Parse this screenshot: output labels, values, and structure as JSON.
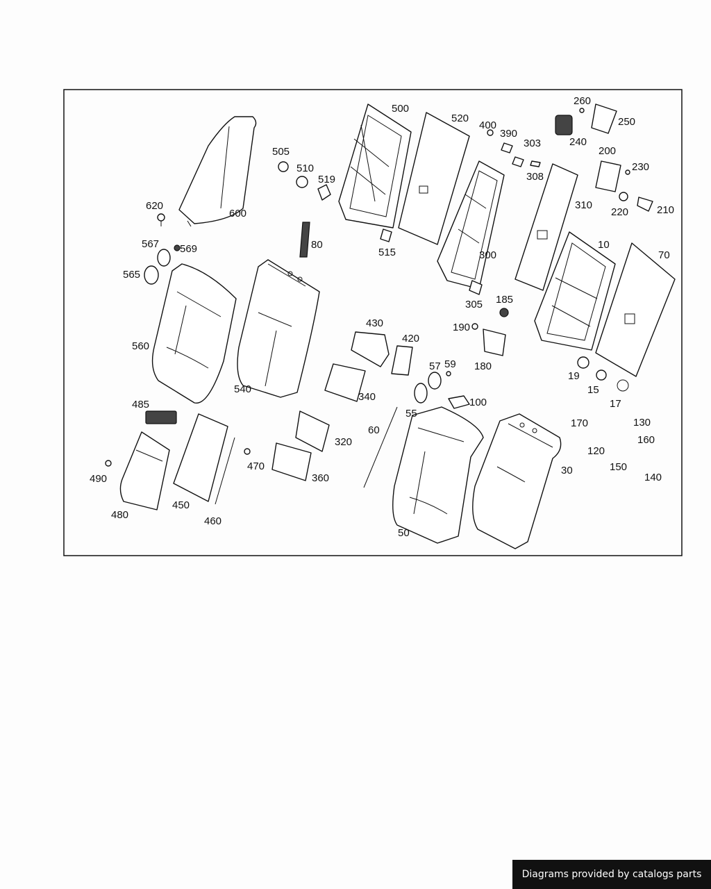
{
  "labels": [
    "10",
    "15",
    "17",
    "19",
    "30",
    "50",
    "55",
    "57",
    "59",
    "60",
    "70",
    "80",
    "100",
    "120",
    "130",
    "140",
    "150",
    "160",
    "170",
    "180",
    "185",
    "190",
    "200",
    "210",
    "220",
    "230",
    "240",
    "250",
    "260",
    "300",
    "303",
    "305",
    "308",
    "310",
    "320",
    "340",
    "360",
    "390",
    "400",
    "420",
    "430",
    "450",
    "460",
    "470",
    "480",
    "485",
    "490",
    "500",
    "505",
    "510",
    "515",
    "519",
    "520",
    "540",
    "560",
    "565",
    "567",
    "569",
    "600",
    "620"
  ],
  "credit": "Diagrams provided by catalogs parts"
}
